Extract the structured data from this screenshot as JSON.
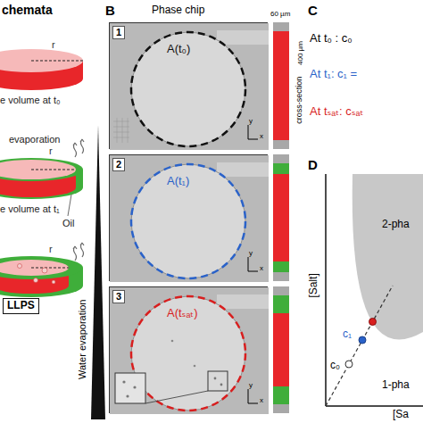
{
  "diagram": {
    "nodes": [
      {
        "text": [
          "1",
          "A(t₀)"
        ]
      },
      {
        "text": [
          "2",
          "A(t₁)"
        ]
      },
      {
        "text": [
          "3",
          "A(tₛₐₜ)"
        ]
      }
    ],
    "labels": [
      "chemata",
      "r",
      "e volume at t₀",
      "evaporation",
      "r",
      "e volume at t₁",
      "Oil",
      "r",
      "LLPS",
      "Water evaporation",
      "B",
      "Phase chip",
      "60 µm",
      "400 µm",
      "cross-section",
      "C",
      "At t₀ : c₀",
      "At t₁: c₁ =",
      "At tₛₐₜ: cₛₐₜ",
      "D",
      "2-pha",
      "[Salt]",
      "c₁",
      "c₀",
      "1-pha",
      "[Sa",
      "y",
      "x",
      "y",
      "x",
      "y",
      "x"
    ]
  }
}
